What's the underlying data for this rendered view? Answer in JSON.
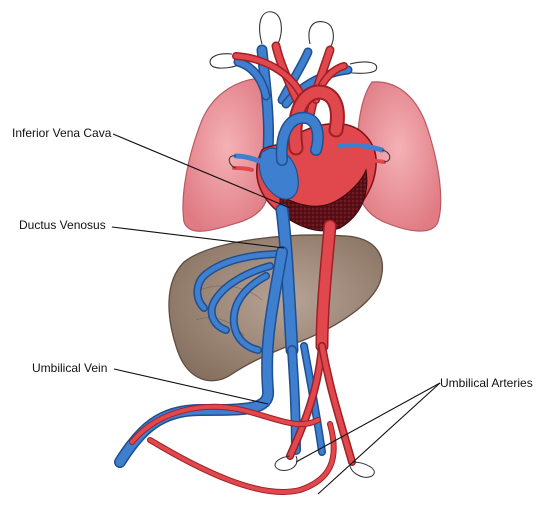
{
  "labels": {
    "ivc": "Inferior Vena Cava",
    "dv": "Ductus Venosus",
    "uv": "Umbilical Vein",
    "ua": "Umbilical Arteries"
  },
  "colors": {
    "vein": "#3f7fcf",
    "vein_dark": "#1f4f8f",
    "artery": "#e0484e",
    "artery_dark": "#9e2024",
    "lung": "#e9878f",
    "liver": "#9a8578",
    "heart_muscle": "#5b0f16"
  }
}
